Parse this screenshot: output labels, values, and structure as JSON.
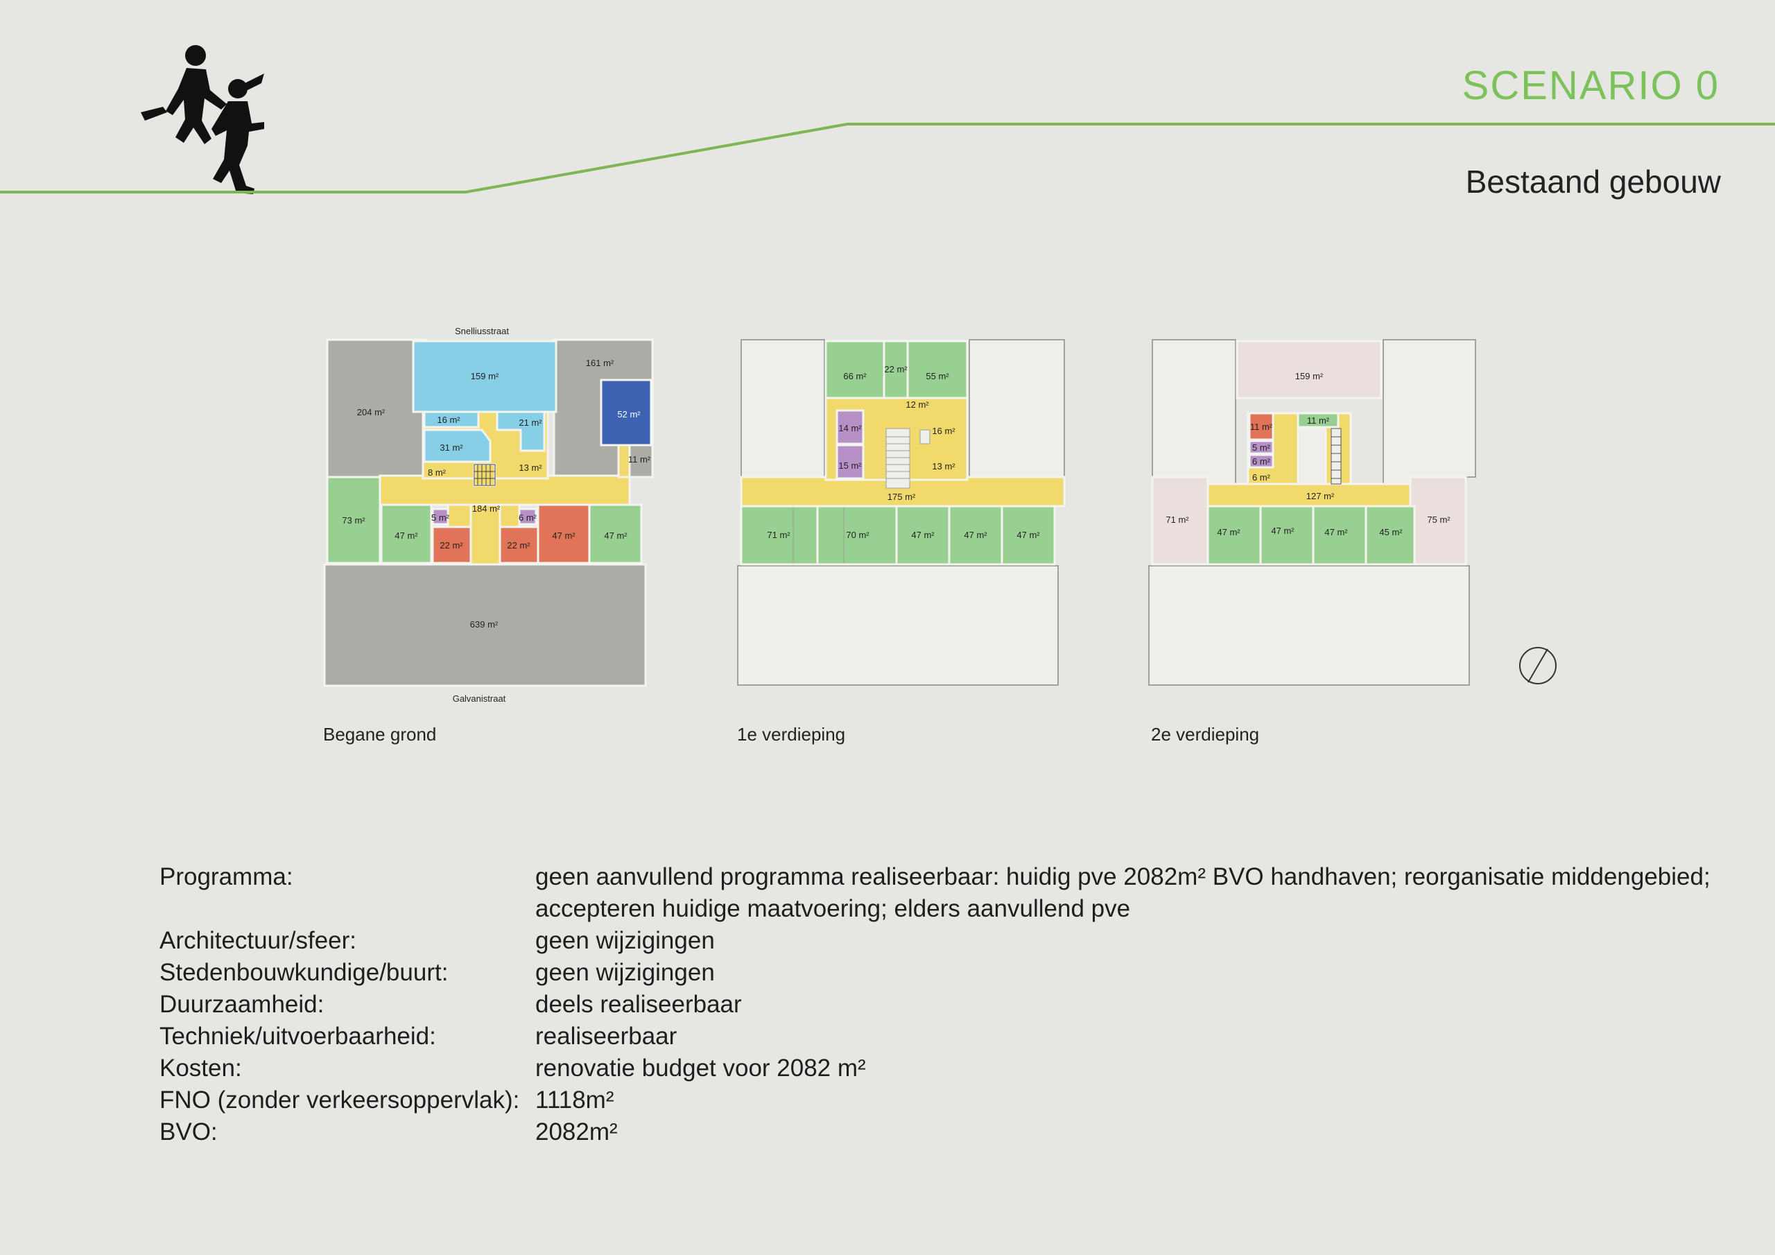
{
  "header": {
    "scenario": "SCENARIO 0",
    "subtitle": "Bestaand gebouw"
  },
  "colors": {
    "background": "#e6e6e2",
    "accent_green_line": "#7db653",
    "scenario_title": "#7cc25a",
    "classroom_green": "#98d091",
    "circulation_yellow": "#f1da6b",
    "light_blue": "#86cfe6",
    "dark_blue": "#3d62b2",
    "grey_building": "#acaca6",
    "orange_red": "#e07358",
    "purple": "#b690c6",
    "pale_pink": "#eadfdd",
    "empty_white": "#eeeeea"
  },
  "icons": {
    "logo": "running-children-silhouette-icon",
    "north_arrow": "north-arrow-icon"
  },
  "plans": {
    "begane_grond": {
      "caption": "Begane grond",
      "street_top": "Snelliusstraat",
      "street_bottom": "Galvanistraat",
      "labels": {
        "r204": "204 m²",
        "r159": "159 m²",
        "r161": "161 m²",
        "r52": "52 m²",
        "r16": "16 m²",
        "r21": "21 m²",
        "r31": "31 m²",
        "r8": "8 m²",
        "r13": "13 m²",
        "r11": "11 m²",
        "r184": "184 m²",
        "r73": "73 m²",
        "r47a": "47 m²",
        "r5": "5 m²",
        "r6": "6 m²",
        "r22a": "22 m²",
        "r22b": "22 m²",
        "r47b": "47 m²",
        "r47c": "47 m²",
        "r639": "639 m²"
      }
    },
    "eerste_verdieping": {
      "caption": "1e verdieping",
      "labels": {
        "r66": "66 m²",
        "r22": "22 m²",
        "r55": "55 m²",
        "r12": "12 m²",
        "r14": "14 m²",
        "r16": "16 m²",
        "r15": "15 m²",
        "r13": "13 m²",
        "r175": "175 m²",
        "r71": "71 m²",
        "r70": "70 m²",
        "r47a": "47 m²",
        "r47b": "47 m²",
        "r47c": "47 m²"
      }
    },
    "tweede_verdieping": {
      "caption": "2e verdieping",
      "labels": {
        "r159": "159 m²",
        "r11a": "11 m²",
        "r11b": "11 m²",
        "r5": "5 m²",
        "r6a": "6 m²",
        "r6b": "6 m²",
        "r127": "127 m²",
        "r71": "71 m²",
        "r47a": "47 m²",
        "r47b": "47 m²",
        "r47c": "47 m²",
        "r45": "45 m²",
        "r75": "75 m²"
      }
    }
  },
  "info": [
    {
      "label": "Programma:",
      "value": "geen aanvullend programma realiseerbaar: huidig pve 2082m² BVO handhaven; reorganisatie middengebied; accepteren huidige maatvoering; elders aanvullend pve"
    },
    {
      "label": "Architectuur/sfeer:",
      "value": "geen wijzigingen"
    },
    {
      "label": "Stedenbouwkundige/buurt:",
      "value": "geen wijzigingen"
    },
    {
      "label": "Duurzaamheid:",
      "value": "deels realiseerbaar"
    },
    {
      "label": "Techniek/uitvoerbaarheid:",
      "value": "realiseerbaar"
    },
    {
      "label": "Kosten:",
      "value": "renovatie budget voor 2082 m²"
    },
    {
      "label": "FNO (zonder verkeersoppervlak):",
      "value": "1118m²"
    },
    {
      "label": "BVO:",
      "value": "2082m²"
    }
  ]
}
